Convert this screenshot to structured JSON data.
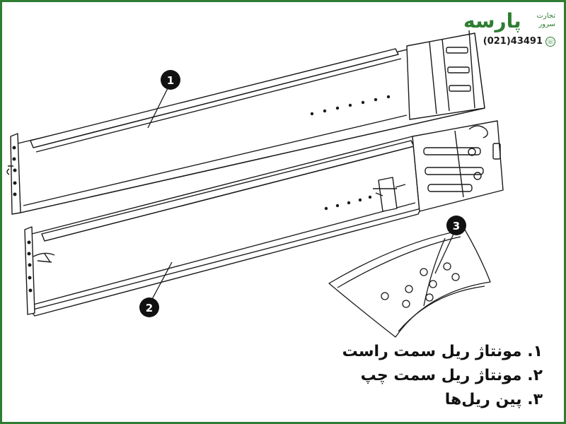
{
  "logo": {
    "brand": "پارسه",
    "tagline_line1": "تجارت",
    "tagline_line2": "سرور",
    "phone": "(021)43491"
  },
  "callouts": [
    "1",
    "2",
    "3"
  ],
  "legend": [
    "۱. مونتاژ ریل سمت راست",
    "۲. مونتاژ ریل سمت چپ",
    "۳. پین ریل‌ها"
  ],
  "colors": {
    "brand": "#2e7d32",
    "line": "#1a1a1a"
  }
}
